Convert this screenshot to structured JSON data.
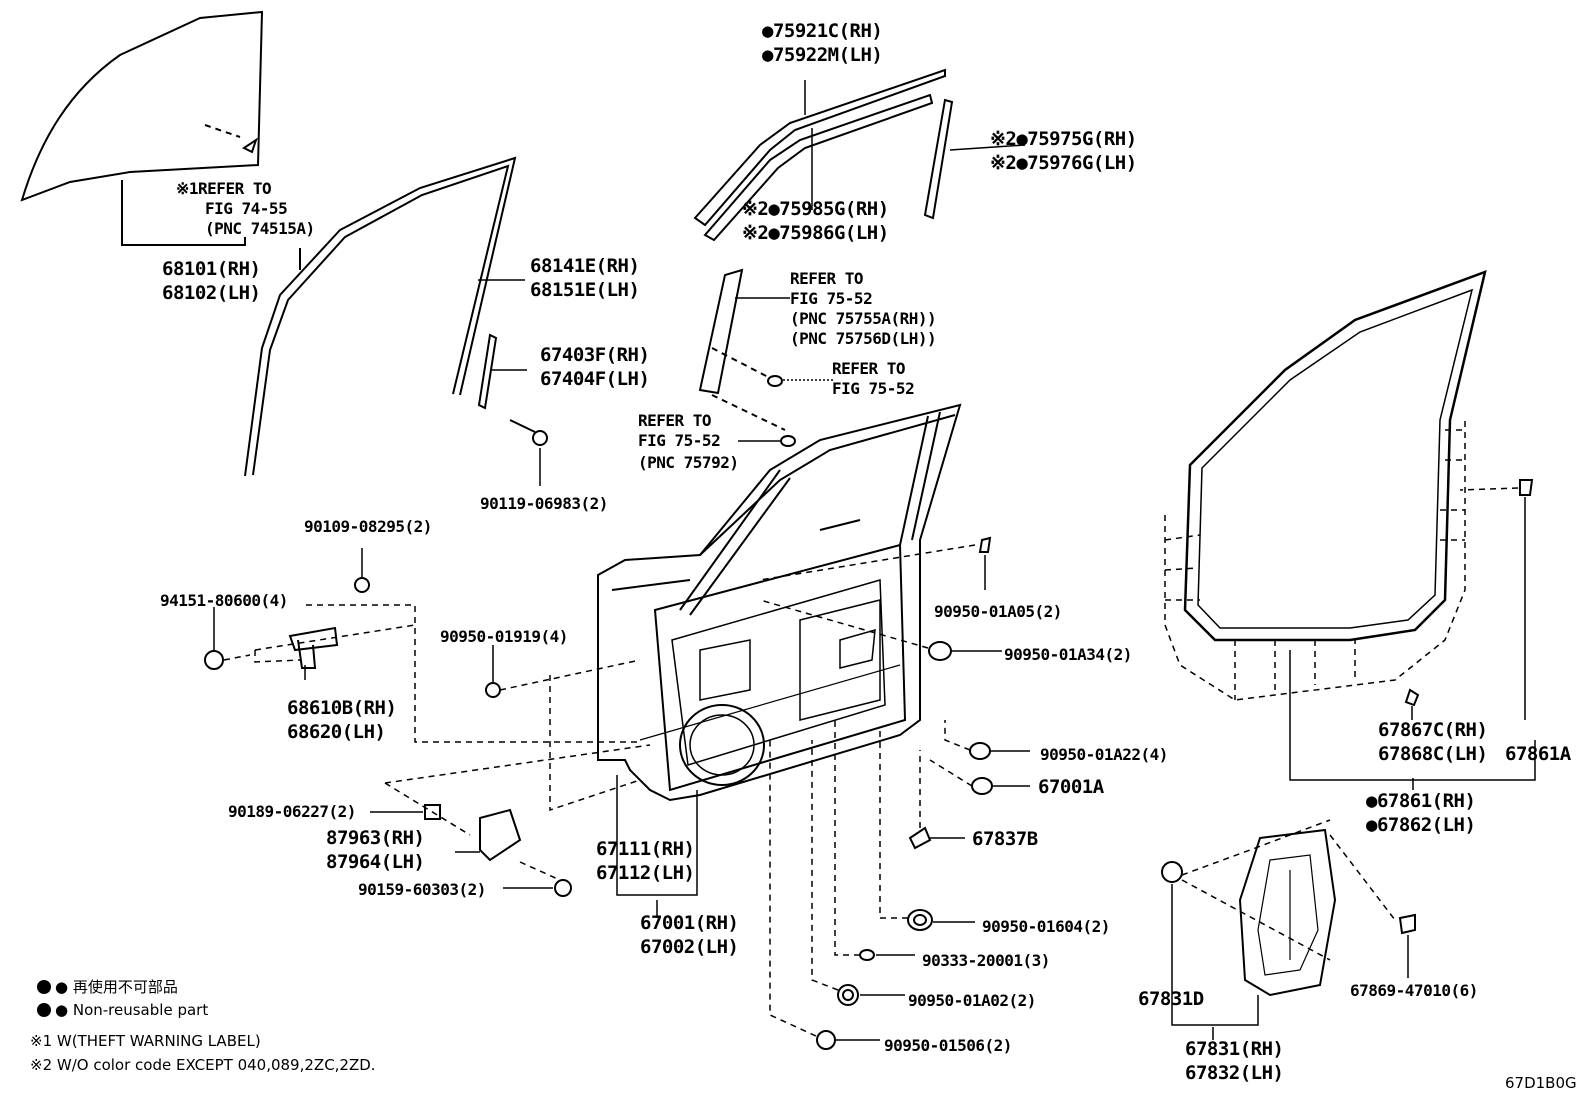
{
  "labels": {
    "pnc_68101": "68101(RH)",
    "pnc_68102": "68102(LH)",
    "refer_7455_1": "※1REFER TO",
    "refer_7455_2": "FIG 74-55",
    "refer_7455_3": "(PNC 74515A)",
    "pnc_68141e": "68141E(RH)",
    "pnc_68151e": "68151E(LH)",
    "pnc_67403f": "67403F(RH)",
    "pnc_67404f": "67404F(LH)",
    "pnc_90119": "90119-06983(2)",
    "pnc_75921c": "●75921C(RH)",
    "pnc_75922m": "●75922M(LH)",
    "pnc_75975g": "※2●75975G(RH)",
    "pnc_75976g": "※2●75976G(LH)",
    "pnc_75985g": "※2●75985G(RH)",
    "pnc_75986g": "※2●75986G(LH)",
    "refer_7552a_1": "REFER TO",
    "refer_7552a_2": "FIG 75-52",
    "refer_7552a_3": "(PNC 75755A(RH))",
    "refer_7552a_4": "(PNC 75756D(LH))",
    "refer_7552b_1": "REFER TO",
    "refer_7552b_2": "FIG 75-52",
    "refer_7552c_1": "REFER TO",
    "refer_7552c_2": "FIG 75-52",
    "refer_7552c_3": "(PNC 75792)",
    "pnc_90109": "90109-08295(2)",
    "pnc_94151": "94151-80600(4)",
    "pnc_68610b": "68610B(RH)",
    "pnc_68620": "68620(LH)",
    "pnc_90950_01919": "90950-01919(4)",
    "pnc_90950_01a05": "90950-01A05(2)",
    "pnc_90950_01a34": "90950-01A34(2)",
    "pnc_90950_01a22": "90950-01A22(4)",
    "pnc_67001a": "67001A",
    "pnc_67837b": "67837B",
    "pnc_90189": "90189-06227(2)",
    "pnc_87963": "87963(RH)",
    "pnc_87964": "87964(LH)",
    "pnc_90159": "90159-60303(2)",
    "pnc_67111": "67111(RH)",
    "pnc_67112": "67112(LH)",
    "pnc_67001": "67001(RH)",
    "pnc_67002": "67002(LH)",
    "pnc_90950_01604": "90950-01604(2)",
    "pnc_90333": "90333-20001(3)",
    "pnc_90950_01a02": "90950-01A02(2)",
    "pnc_90950_01506": "90950-01506(2)",
    "pnc_67867c": "67867C(RH)",
    "pnc_67868c": "67868C(LH)",
    "pnc_67861a": "67861A",
    "pnc_67861": "●67861(RH)",
    "pnc_67862": "●67862(LH)",
    "pnc_67831d": "67831D",
    "pnc_67831": "67831(RH)",
    "pnc_67832": "67832(LH)",
    "pnc_67869": "67869-47010(6)"
  },
  "legend": {
    "jp": "● 再使用不可部品",
    "en": "● Non-reusable part",
    "note1": "※1 W(THEFT WARNING LABEL)",
    "note2": "※2 W/O color code EXCEPT 040,089,2ZC,2ZD."
  },
  "figure_code": "67D1B0G"
}
